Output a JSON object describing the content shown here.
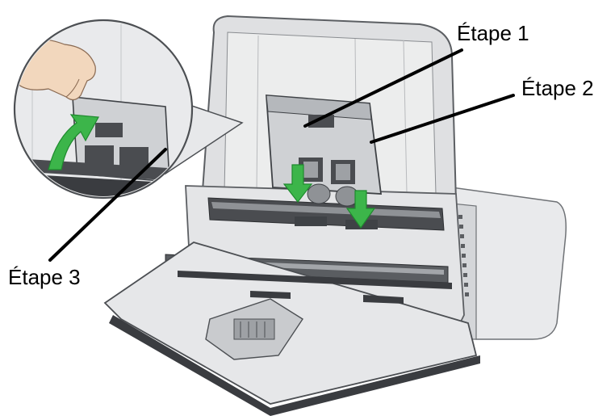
{
  "callouts": {
    "step1": "Étape 1",
    "step2": "Étape 2",
    "step3": "Étape 3"
  },
  "colors": {
    "arrow": "#3cb54a",
    "arrow_edge": "#1f8a2e",
    "scanner_body": "#e7e8ea",
    "scanner_shade": "#c9cbce",
    "scanner_dark": "#4a4c50",
    "lid": "#dfe0e2",
    "roller": "#8f9296",
    "leader": "#000000",
    "skin": "#f2d7bd"
  },
  "icons": {
    "arrow": "green-arrow-icon",
    "hand": "hand-icon"
  }
}
